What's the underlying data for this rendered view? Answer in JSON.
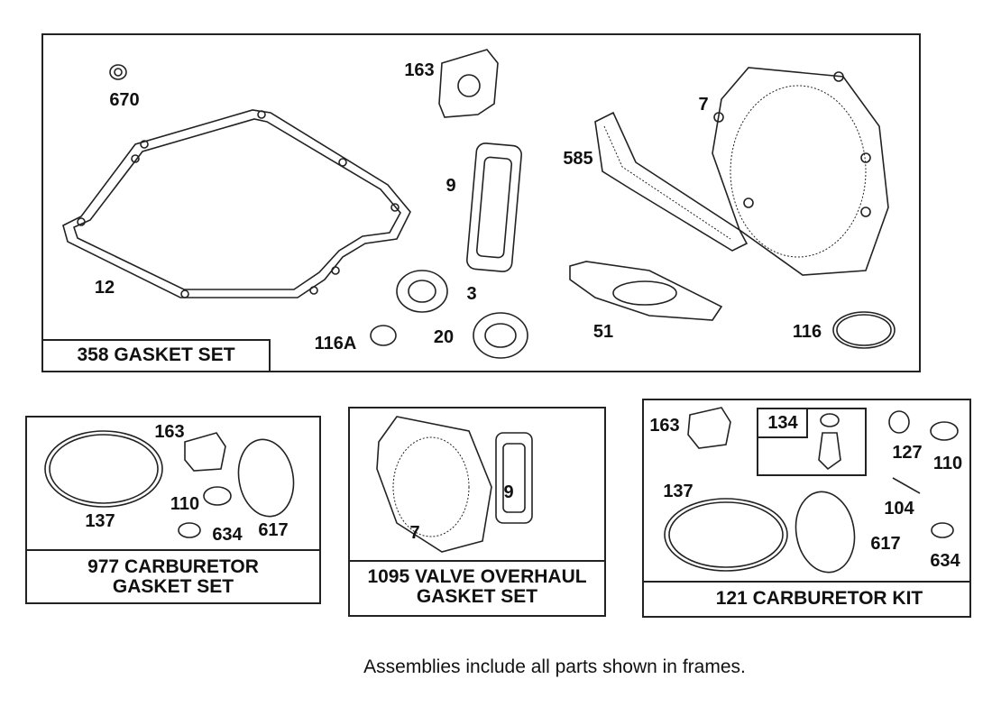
{
  "assemblies": [
    {
      "title": "358 GASKET SET",
      "parts": [
        "670",
        "163",
        "7",
        "585",
        "9",
        "12",
        "3",
        "116A",
        "20",
        "51",
        "116"
      ]
    },
    {
      "title_line1": "977 CARBURETOR",
      "title_line2": "GASKET SET",
      "parts": [
        "163",
        "110",
        "137",
        "634",
        "617"
      ]
    },
    {
      "title_line1": "1095 VALVE OVERHAUL",
      "title_line2": "GASKET SET",
      "parts": [
        "9",
        "7"
      ]
    },
    {
      "title": "121 CARBURETOR KIT",
      "subassembly": "134",
      "parts": [
        "163",
        "127",
        "110",
        "137",
        "104",
        "617",
        "634"
      ]
    }
  ],
  "footer": "Assemblies include all parts shown in frames."
}
